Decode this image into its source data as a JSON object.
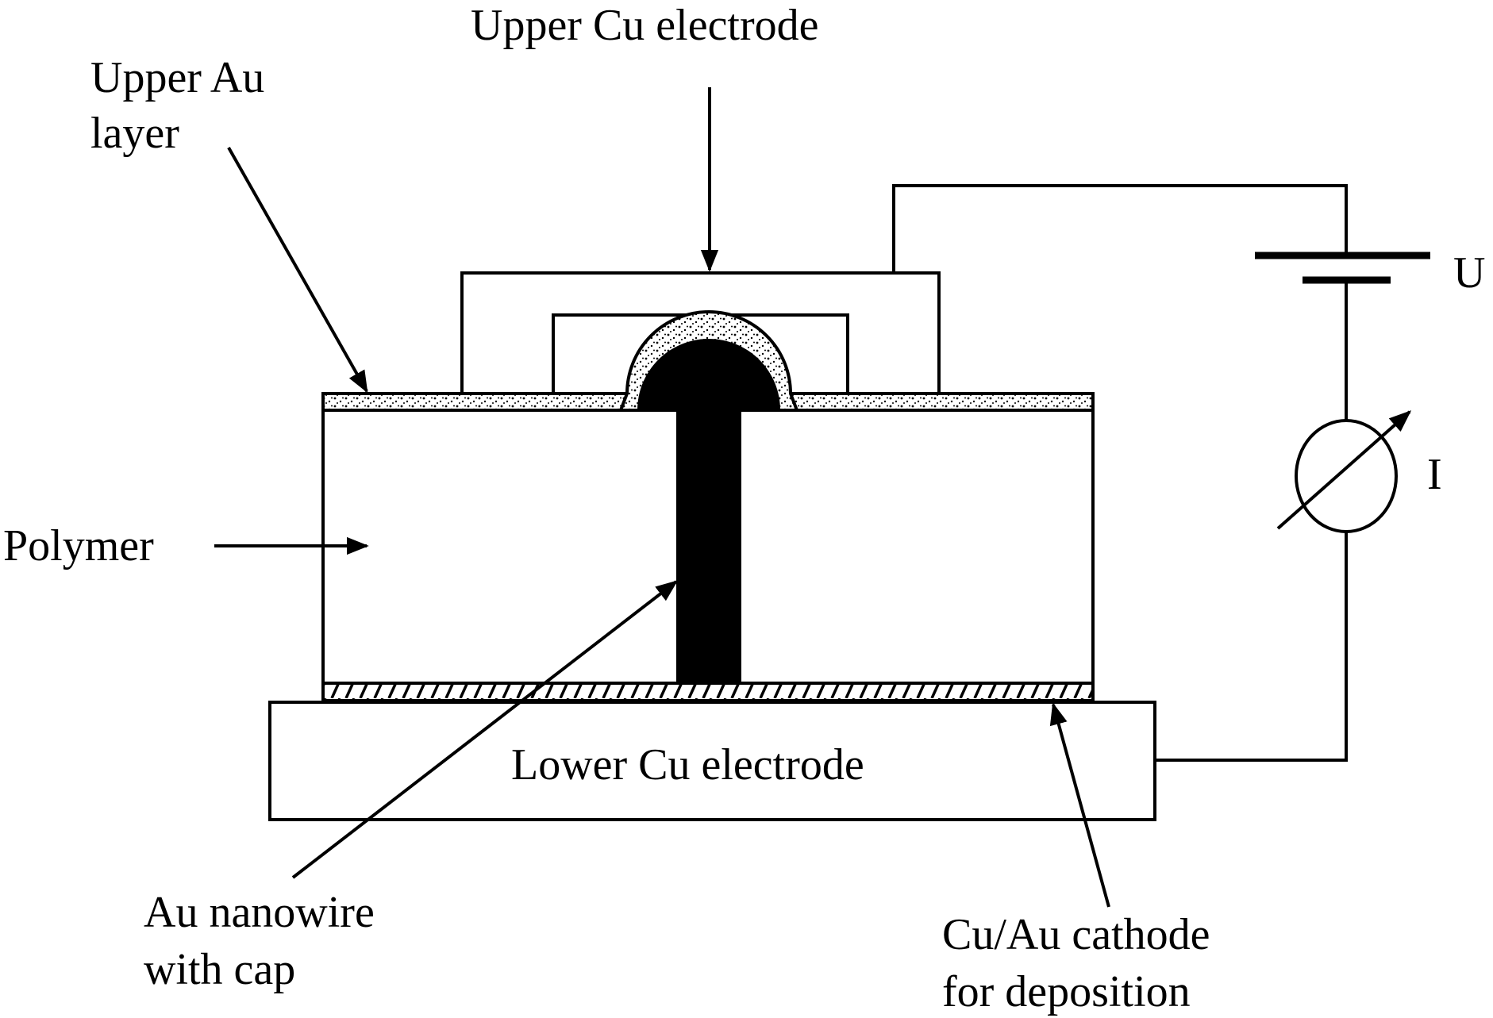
{
  "labels": {
    "upper_cu_electrode": "Upper Cu electrode",
    "upper_au_layer_line1": "Upper Au",
    "upper_au_layer_line2": "layer",
    "polymer": "Polymer",
    "lower_cu_electrode": "Lower Cu electrode",
    "au_nanowire_line1": "Au nanowire",
    "au_nanowire_line2": "with cap",
    "cathode_line1": "Cu/Au cathode",
    "cathode_line2": "for deposition",
    "voltage_symbol": "U",
    "current_symbol": "I"
  },
  "colors": {
    "ink": "#000000",
    "background": "#ffffff"
  }
}
